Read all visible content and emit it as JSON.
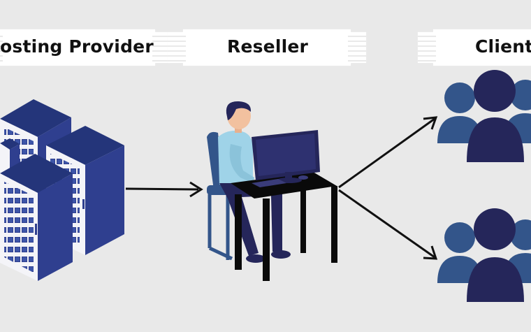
{
  "labels": {
    "provider": "osting Provider",
    "reseller": "Reseller",
    "clients": "Client"
  },
  "colors": {
    "background": "#e9e9e9",
    "server_front": "#f4f4f8",
    "server_side": "#2f3f8f",
    "server_top": "#24357a",
    "navy_dark": "#25265a",
    "navy_mid": "#33558a",
    "shirt": "#9fd3e8",
    "desk": "#0a0a0a",
    "arrow": "#111111"
  },
  "icons": [
    "server-rack-icon",
    "person-at-desk-icon",
    "user-group-icon"
  ]
}
